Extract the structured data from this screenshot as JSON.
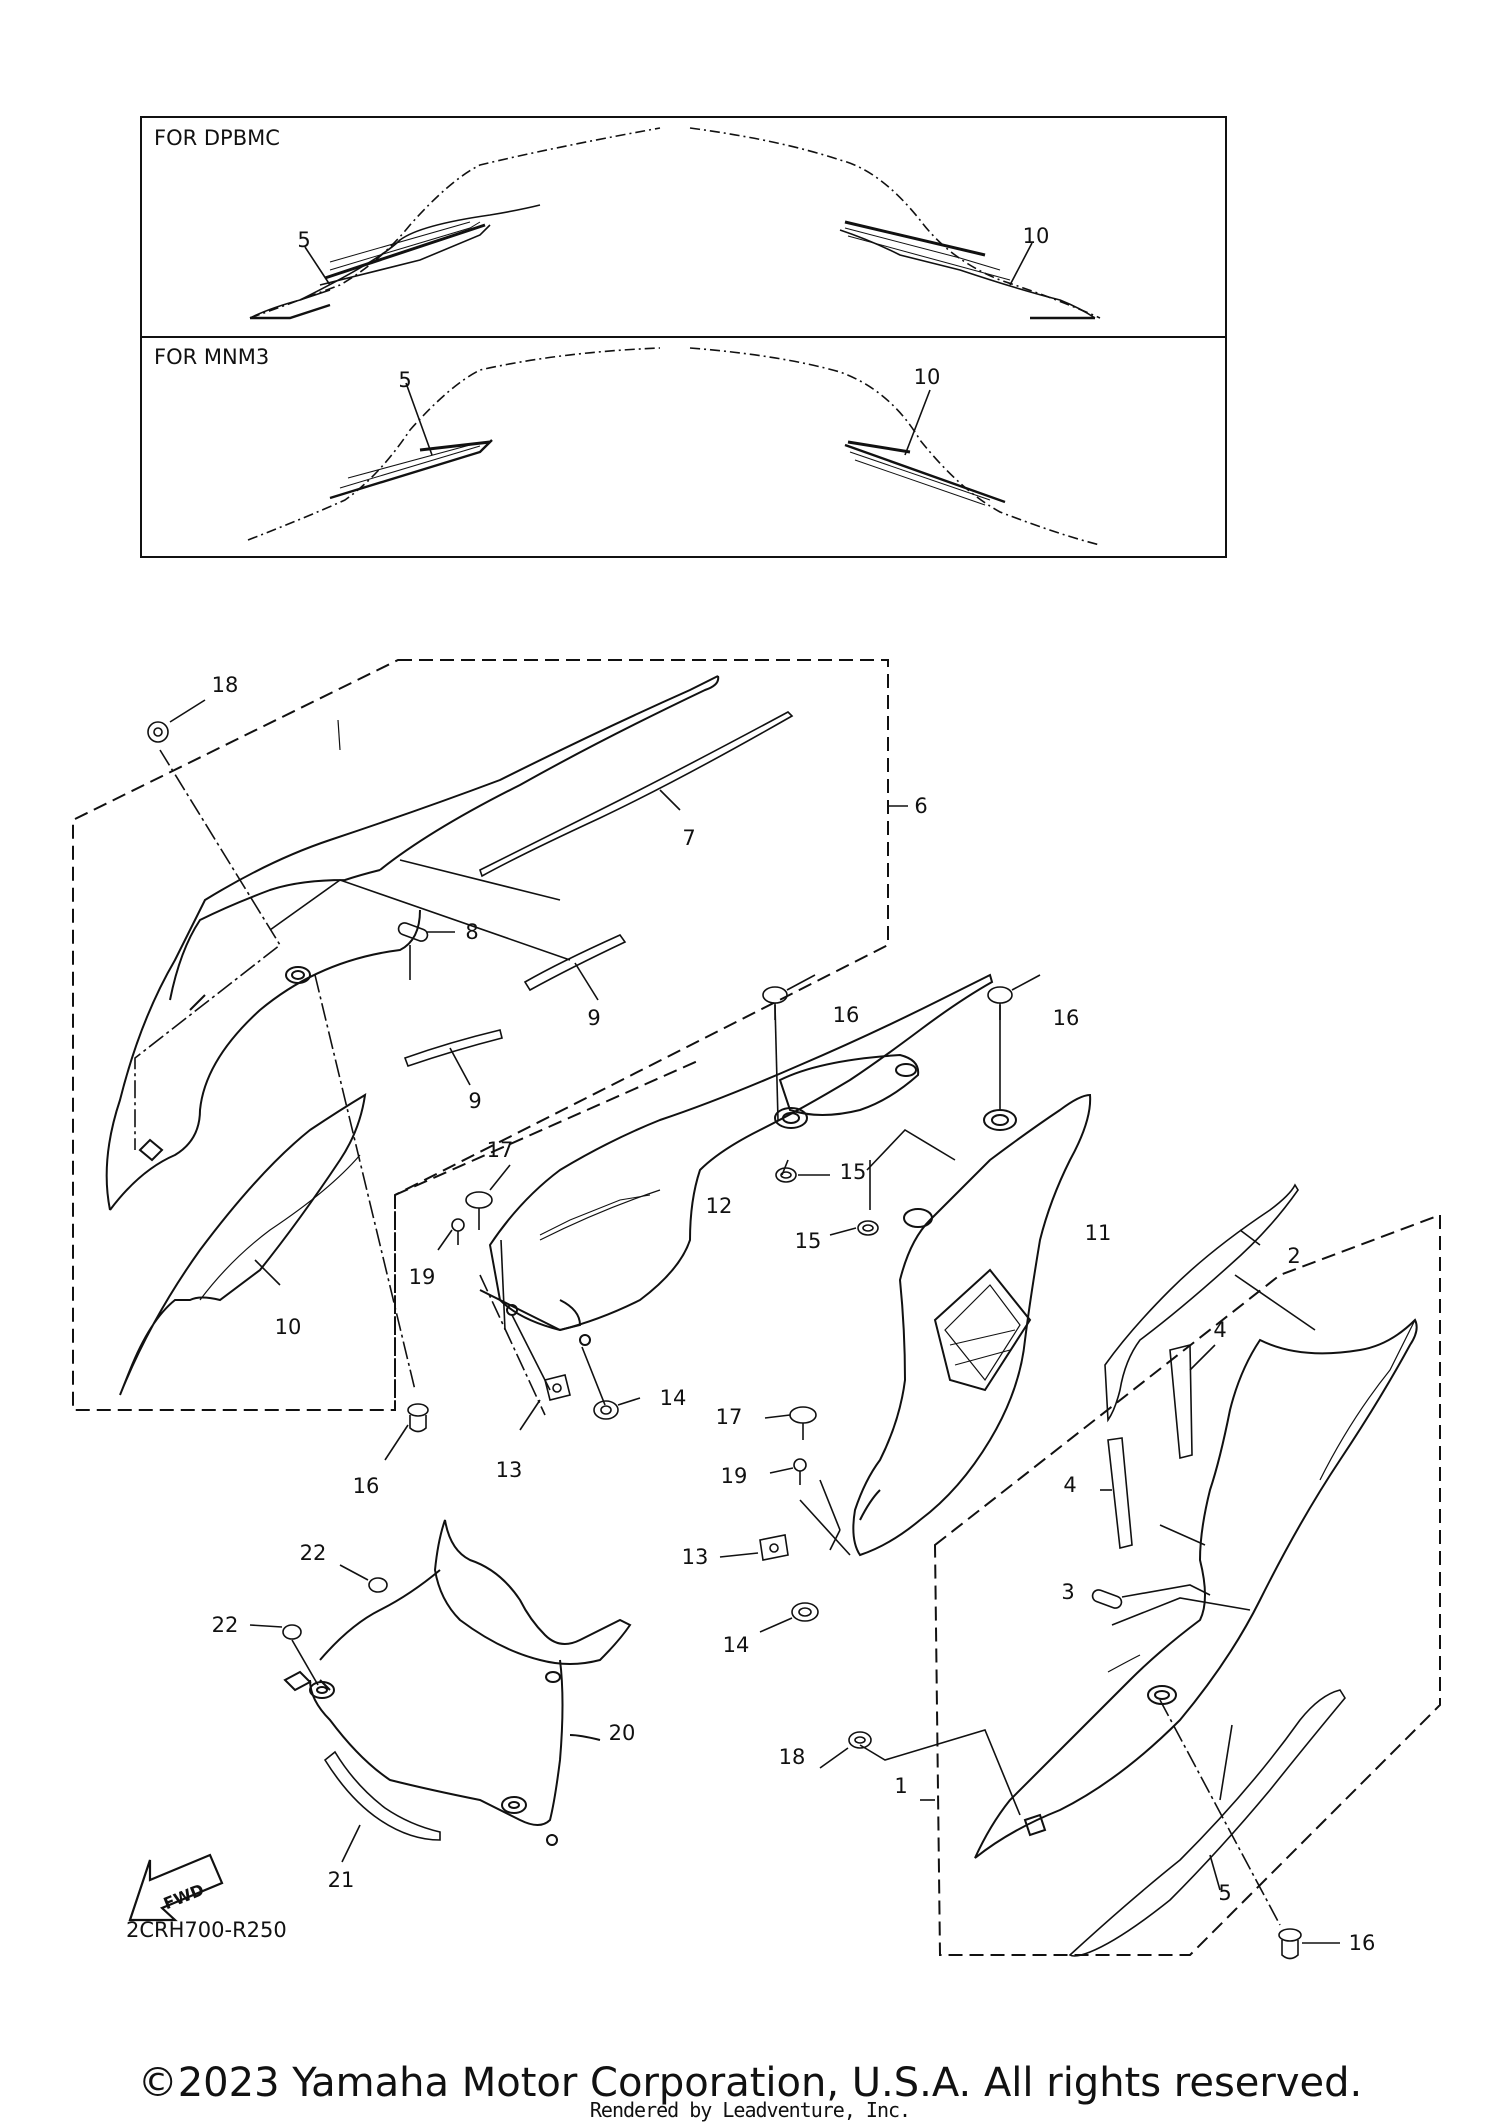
{
  "insets": [
    {
      "label": "FOR DPBMC",
      "left_ref": "5",
      "right_ref": "10"
    },
    {
      "label": "FOR MNM3",
      "left_ref": "5",
      "right_ref": "10"
    }
  ],
  "callouts": {
    "c1": "1",
    "c2": "2",
    "c3": "3",
    "c4a": "4",
    "c4b": "4",
    "c5": "5",
    "c6": "6",
    "c7": "7",
    "c8": "8",
    "c9a": "9",
    "c9b": "9",
    "c10": "10",
    "c11": "11",
    "c12": "12",
    "c13a": "13",
    "c13b": "13",
    "c14a": "14",
    "c14b": "14",
    "c15a": "15",
    "c15b": "15",
    "c16a": "16",
    "c16b": "16",
    "c16c": "16",
    "c16d": "16",
    "c17a": "17",
    "c17b": "17",
    "c18a": "18",
    "c18b": "18",
    "c19a": "19",
    "c19b": "19",
    "c20": "20",
    "c21": "21",
    "c22a": "22",
    "c22b": "22"
  },
  "fwd_label": "FWD",
  "part_code": "2CRH700-R250",
  "copyright": "©2023 Yamaha Motor Corporation, U.S.A. All rights reserved.",
  "rendered_by": "Rendered by Leadventure, Inc."
}
